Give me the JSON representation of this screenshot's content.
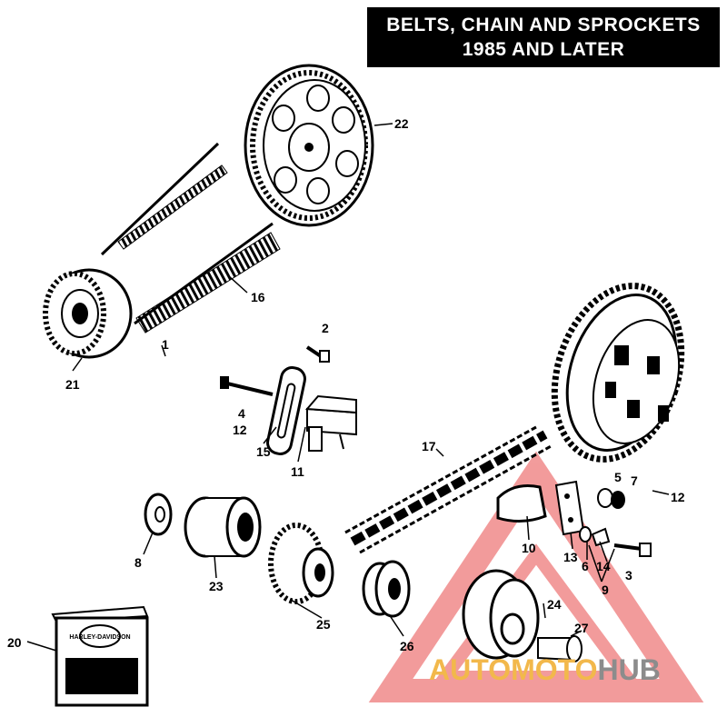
{
  "title": {
    "line1": "BELTS, CHAIN AND SPROCKETS",
    "line2": "1985 AND LATER"
  },
  "callouts": {
    "c1": "1",
    "c2": "2",
    "c3": "3",
    "c4": "4",
    "c5": "5",
    "c6": "6",
    "c7": "7",
    "c8": "8",
    "c9": "9",
    "c10": "10",
    "c11": "11",
    "c12a": "12",
    "c12b": "12",
    "c13": "13",
    "c14": "14",
    "c15": "15",
    "c16": "16",
    "c17": "17",
    "c20": "20",
    "c21": "21",
    "c22": "22",
    "c23": "23",
    "c24": "24",
    "c25": "25",
    "c26": "26",
    "c27": "27"
  },
  "watermark": {
    "part1": "AUTOMOTO",
    "part2": "HUB",
    "color_primary": "#f2b84b",
    "color_secondary": "#8c8c8c",
    "triangle_color": "#e84a4a"
  },
  "box": {
    "logo_top": "HARLEY-DAVIDSON"
  }
}
